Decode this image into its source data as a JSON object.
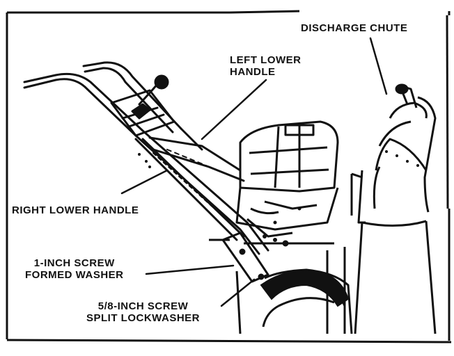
{
  "figure": {
    "callouts": {
      "discharge_chute": "DISCHARGE CHUTE",
      "left_lower_handle": [
        "LEFT LOWER",
        "HANDLE"
      ],
      "right_lower_handle": "RIGHT LOWER HANDLE",
      "screw_1inch": [
        "1-INCH SCREW",
        "FORMED WASHER"
      ],
      "screw_5_8inch": [
        "5/8-INCH SCREW",
        "SPLIT LOCKWASHER"
      ]
    },
    "colors": {
      "ink": "#111111",
      "paper": "#ffffff"
    }
  }
}
